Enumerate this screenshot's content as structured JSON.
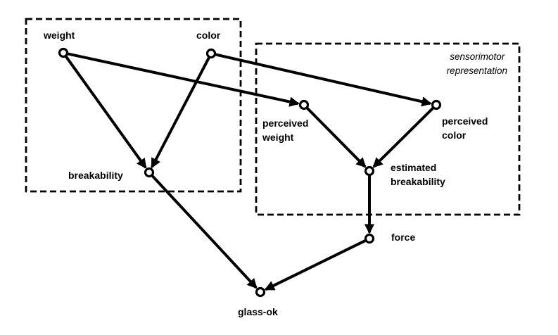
{
  "diagram": {
    "annotation": {
      "line1": "sensorimotor",
      "line2": "representation"
    },
    "nodes": {
      "weight": {
        "line1": "weight"
      },
      "color": {
        "line1": "color"
      },
      "breakability": {
        "line1": "breakability"
      },
      "perceived_weight": {
        "line1": "perceived",
        "line2": "weight"
      },
      "perceived_color": {
        "line1": "perceived",
        "line2": "color"
      },
      "estimated_breakability": {
        "line1": "estimated",
        "line2": "breakability"
      },
      "force": {
        "line1": "force"
      },
      "glass_ok": {
        "line1": "glass-ok"
      }
    },
    "edges": [
      {
        "from": "weight",
        "to": "breakability"
      },
      {
        "from": "weight",
        "to": "perceived_weight"
      },
      {
        "from": "color",
        "to": "breakability"
      },
      {
        "from": "color",
        "to": "perceived_color"
      },
      {
        "from": "perceived_weight",
        "to": "estimated_breakability"
      },
      {
        "from": "perceived_color",
        "to": "estimated_breakability"
      },
      {
        "from": "estimated_breakability",
        "to": "force"
      },
      {
        "from": "breakability",
        "to": "glass_ok"
      },
      {
        "from": "force",
        "to": "glass_ok"
      }
    ]
  }
}
